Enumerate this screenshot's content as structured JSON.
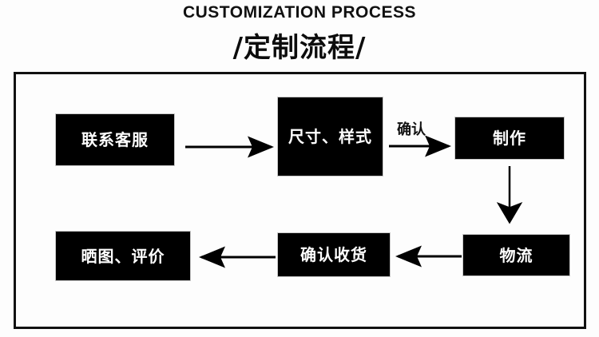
{
  "title": {
    "english": "CUSTOMIZATION PROCESS",
    "chinese": "/定制流程/"
  },
  "colors": {
    "node_fill": "#000000",
    "node_text": "#ffffff",
    "frame_border": "#111111",
    "arrow": "#000000",
    "background": "#fdfdfd"
  },
  "flowchart": {
    "nodes": [
      {
        "id": "contact",
        "label": "联系客服",
        "row": "top",
        "order": 1
      },
      {
        "id": "spec",
        "label": "尺寸、样式",
        "row": "top",
        "order": 2
      },
      {
        "id": "produce",
        "label": "制作",
        "row": "top",
        "order": 3
      },
      {
        "id": "logistics",
        "label": "物流",
        "row": "bottom",
        "order": 4
      },
      {
        "id": "receipt",
        "label": "确认收货",
        "row": "bottom",
        "order": 5
      },
      {
        "id": "review",
        "label": "晒图、评价",
        "row": "bottom",
        "order": 6
      }
    ],
    "connectors": [
      {
        "id": "contact-to-spec",
        "from": "contact",
        "to": "spec",
        "direction": "right",
        "label": ""
      },
      {
        "id": "spec-to-produce",
        "from": "spec",
        "to": "produce",
        "direction": "right",
        "label": "确认"
      },
      {
        "id": "produce-to-logistics",
        "from": "produce",
        "to": "logistics",
        "direction": "down",
        "label": ""
      },
      {
        "id": "logistics-to-receipt",
        "from": "logistics",
        "to": "receipt",
        "direction": "left",
        "label": ""
      },
      {
        "id": "receipt-to-review",
        "from": "receipt",
        "to": "review",
        "direction": "left",
        "label": ""
      }
    ]
  }
}
